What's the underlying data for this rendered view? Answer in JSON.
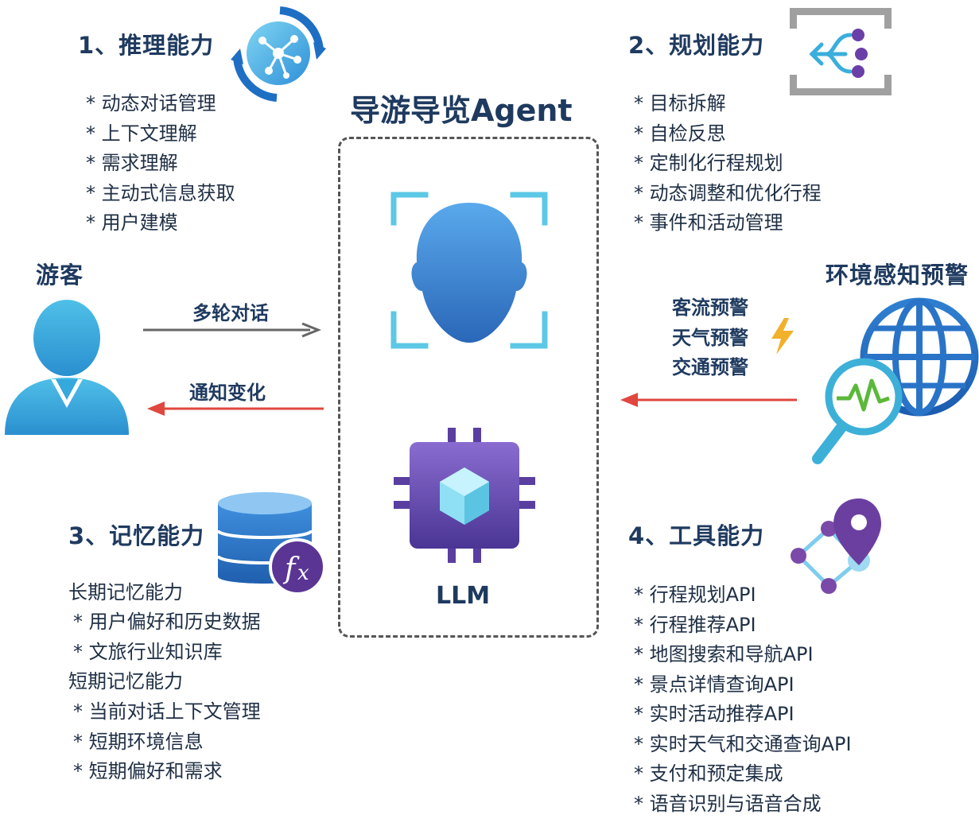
{
  "title": "导游导览Agent",
  "llm_label": "LLM",
  "tourist": {
    "label": "游客"
  },
  "env": {
    "label": "环境感知预警",
    "alerts": [
      "客流预警",
      "天气预警",
      "交通预警"
    ]
  },
  "arrows": {
    "dialog": "多轮对话",
    "notify": "通知变化"
  },
  "reasoning": {
    "heading": "1、推理能力",
    "items": [
      "动态对话管理",
      "上下文理解",
      "需求理解",
      "主动式信息获取",
      "用户建模"
    ]
  },
  "planning": {
    "heading": "2、规划能力",
    "items": [
      "目标拆解",
      "自检反思",
      "定制化行程规划",
      "动态调整和优化行程",
      "事件和活动管理"
    ]
  },
  "memory": {
    "heading": "3、记忆能力",
    "long_label": "长期记忆能力",
    "long_items": [
      "用户偏好和历史数据",
      "文旅行业知识库"
    ],
    "short_label": "短期记忆能力",
    "short_items": [
      "当前对话上下文管理",
      "短期环境信息",
      "短期偏好和需求"
    ]
  },
  "tools": {
    "heading": "4、工具能力",
    "items": [
      "行程规划API",
      "行程推荐API",
      "地图搜索和导航API",
      "景点详情查询API",
      "实时活动推荐API",
      "实时天气和交通查询API",
      "支付和预定集成",
      "语音识别与语音合成"
    ]
  },
  "icons": {
    "reasoning": "network-cycle-icon",
    "planning": "branching-arrow-icon",
    "memory": "database-function-icon",
    "tools": "map-route-pin-icon",
    "agent": "face-scan-icon",
    "llm": "chip-icon",
    "tourist": "user-icon",
    "env": "globe-search-icon",
    "alert": "lightning-icon"
  },
  "colors": {
    "heading": "#1f3a5f",
    "arrow_gray": "#666666",
    "arrow_red": "#e0473f",
    "accent_blue": "#2f7fd0",
    "chip_purple": "#6a4fb0"
  }
}
